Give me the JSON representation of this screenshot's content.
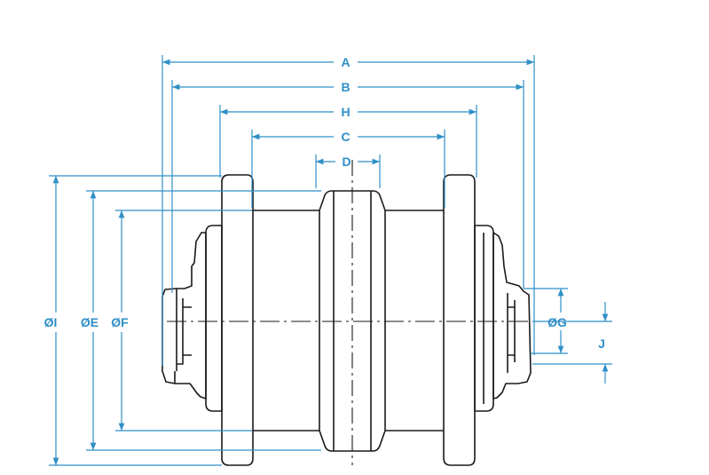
{
  "colors": {
    "dimension": "#2f8fc7",
    "outline": "#1a1a1a",
    "background": "#ffffff"
  },
  "labels": {
    "A": "A",
    "B": "B",
    "H": "H",
    "C": "C",
    "D": "D",
    "I": "ØI",
    "E": "ØE",
    "F": "ØF",
    "G": "ØG",
    "J": "J"
  }
}
